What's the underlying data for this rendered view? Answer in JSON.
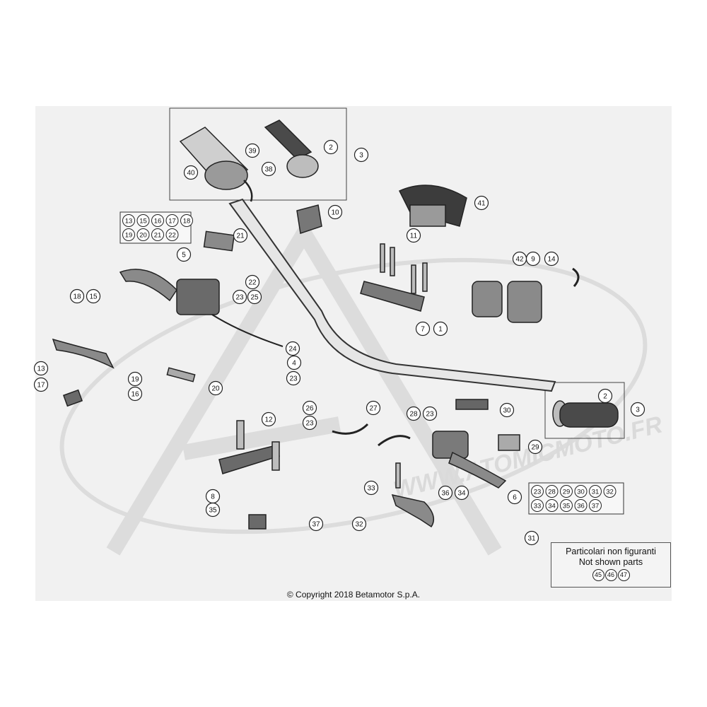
{
  "page": {
    "copyright": "© Copyright 2018 Betamotor S.p.A.",
    "watermark": "WWW.ATOMICMOTO.FR"
  },
  "notes": {
    "line1": "Particolari non figuranti",
    "line2": "Not shown parts",
    "refs": [
      "45",
      "46",
      "47"
    ]
  },
  "kit_groups": [
    {
      "id": "13",
      "parts": [
        [
          "13",
          "15",
          "16",
          "17",
          "18"
        ],
        [
          "19",
          "20",
          "21",
          "22"
        ]
      ]
    },
    {
      "id": "6",
      "parts": [
        [
          "23",
          "28",
          "29",
          "30",
          "31",
          "32"
        ],
        [
          "33",
          "34",
          "35",
          "36",
          "37"
        ]
      ]
    }
  ],
  "callouts": [
    "1",
    "2",
    "3",
    "4",
    "5",
    "6",
    "7",
    "8",
    "9",
    "10",
    "11",
    "12",
    "13",
    "14",
    "15",
    "16",
    "17",
    "18",
    "19",
    "20",
    "21",
    "22",
    "23",
    "24",
    "25",
    "26",
    "27",
    "28",
    "29",
    "30",
    "31",
    "32",
    "33",
    "34",
    "35",
    "36",
    "37",
    "38",
    "39",
    "40",
    "41",
    "42"
  ],
  "colors": {
    "frame_bg": "#f1f1f1",
    "line": "#222222",
    "part_fill": "#cfcfcf",
    "part_dark": "#4a4a4a",
    "watermark": "#d8d8d8"
  }
}
